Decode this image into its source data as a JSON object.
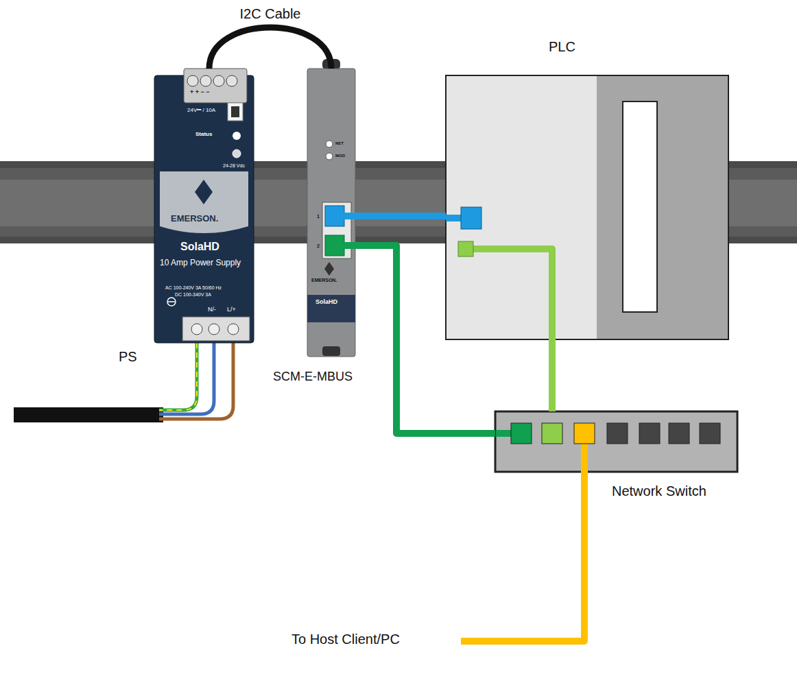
{
  "diagram": {
    "nodes": [
      {
        "text": [
          "PS",
          "+ + − −",
          "24V⎓ / 10A",
          "Status",
          "24-28 Vdc",
          "EMERSON.",
          "SolaHD",
          "10 Amp Power Supply",
          "AC 100-240V 3A 50/60 Hz",
          "DC 100-340V 3A",
          "N/-",
          "L/+"
        ]
      },
      {
        "text": [
          "SCM-E-MBUS",
          "NET",
          "MOD",
          "1",
          "2",
          "EMERSON.",
          "SolaHD"
        ]
      },
      {
        "text": [
          "PLC"
        ]
      },
      {
        "text": [
          "Network Switch"
        ]
      }
    ],
    "edges": [
      {
        "from": 0,
        "to": 1,
        "arrow": "none",
        "label": "I2C Cable"
      },
      {
        "from": 1,
        "to": 2,
        "arrow": "none"
      },
      {
        "from": 1,
        "to": 3,
        "arrow": "none"
      },
      {
        "from": 2,
        "to": 3,
        "arrow": "none"
      }
    ],
    "labels": [
      "To Host Client/PC"
    ]
  }
}
